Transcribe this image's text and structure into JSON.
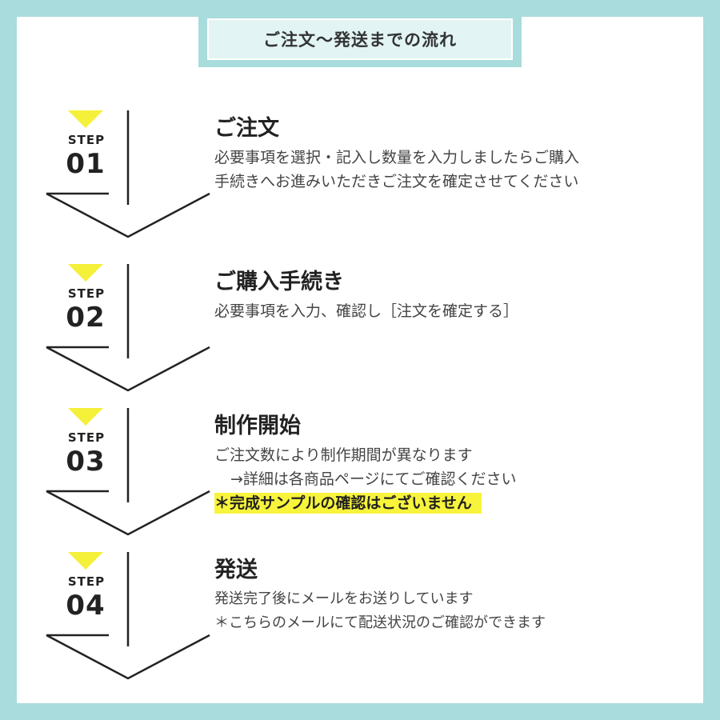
{
  "header": {
    "title": "ご注文〜発送までの流れ"
  },
  "colors": {
    "frame": "#a9dcdc",
    "accent_yellow": "#f5f03a",
    "text": "#222222"
  },
  "steps": [
    {
      "label": "STEP",
      "number": "01",
      "title": "ご注文",
      "lines": [
        "必要事項を選択・記入し数量を入力しましたらご購入",
        "手続きへお進みいただきご注文を確定させてください"
      ]
    },
    {
      "label": "STEP",
      "number": "02",
      "title": "ご購入手続き",
      "lines": [
        "必要事項を入力、確認し［注文を確定する］"
      ]
    },
    {
      "label": "STEP",
      "number": "03",
      "title": "制作開始",
      "lines": [
        "ご注文数により制作期間が異なります",
        "→詳細は各商品ページにてご確認ください"
      ],
      "highlight": "＊完成サンプルの確認はございません"
    },
    {
      "label": "STEP",
      "number": "04",
      "title": "発送",
      "lines": [
        "発送完了後にメールをお送りしています",
        "＊こちらのメールにて配送状況のご確認ができます"
      ]
    }
  ]
}
